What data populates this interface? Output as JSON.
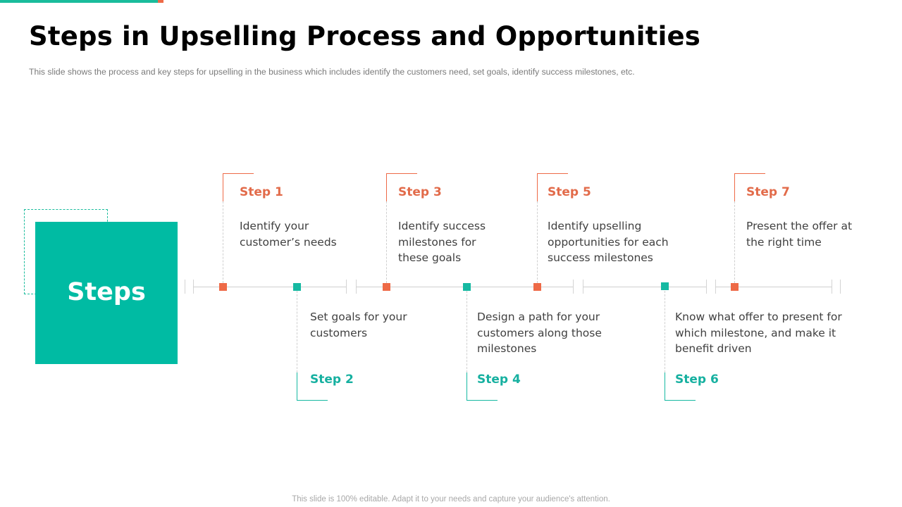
{
  "slide": {
    "title": "Steps in Upselling Process and Opportunities",
    "subtitle": "This slide shows the process and key steps for upselling in the business which includes identify the customers need, set goals, identify success milestones, etc.",
    "hero_label": "Steps",
    "footer": "This slide is 100% editable. Adapt it to your needs and capture your audience's attention."
  },
  "colors": {
    "teal": "#00bba3",
    "orange": "#ee6a47",
    "timeline": "#cfcfcf"
  },
  "steps": [
    {
      "label": "Step 1",
      "position": "top",
      "color": "orange",
      "description_lines": [
        "Identify your",
        "customer’s needs"
      ]
    },
    {
      "label": "Step 2",
      "position": "bottom",
      "color": "teal",
      "description_lines": [
        "Set goals for your",
        "customers"
      ]
    },
    {
      "label": "Step 3",
      "position": "top",
      "color": "orange",
      "description_lines": [
        "Identify success",
        "milestones for",
        "these goals"
      ]
    },
    {
      "label": "Step 4",
      "position": "bottom",
      "color": "teal",
      "description_lines": [
        "Design a path for your",
        "customers along those",
        "milestones"
      ]
    },
    {
      "label": "Step 5",
      "position": "top",
      "color": "orange",
      "description_lines": [
        "Identify upselling",
        "opportunities for each",
        "success milestones"
      ]
    },
    {
      "label": "Step 6",
      "position": "bottom",
      "color": "teal",
      "description_lines": [
        "Know what offer to present for",
        "which milestone, and make it",
        "benefit driven"
      ]
    },
    {
      "label": "Step 7",
      "position": "top",
      "color": "orange",
      "description_lines": [
        "Present the offer at",
        "the right time"
      ]
    }
  ]
}
